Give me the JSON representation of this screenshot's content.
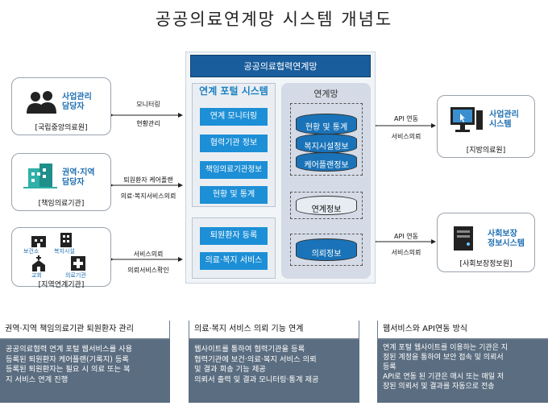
{
  "title": "공공의료연계망 시스템 개념도",
  "center": {
    "banner": "공공의료협력연계망",
    "portal_title": "연계 포털 시스템",
    "portal_items": [
      "연계 모니터링",
      "협력기관 정보",
      "책임의료기관정보",
      "현황 및 통계"
    ],
    "portal2_items": [
      "퇴원환자 등록",
      "의료·복지 서비스"
    ],
    "network_title": "연계망",
    "db_stack": [
      "현황 및 통계",
      "복지시설정보",
      "케어플랜정보"
    ],
    "db_link": "연계정보",
    "db_request": "의뢰정보"
  },
  "left_actors": [
    {
      "name_line1": "사업관리",
      "name_line2": "담당자",
      "sub": "[국립중앙의료원]",
      "icon": "users-icon",
      "flow": [
        "모니터링",
        "현황관리"
      ]
    },
    {
      "name_line1": "권역·지역",
      "name_line2": "담당자",
      "sub": "[책임의료기관]",
      "icon": "hospital-icon",
      "flow": [
        "퇴원환자 케어플랜",
        "의료·복지서비스의뢰"
      ]
    },
    {
      "labels": [
        "보건소",
        "복지시설",
        "교회",
        "의료기관"
      ],
      "sub": "[지역연계기관]",
      "icon": "institutions-icon",
      "flow": [
        "서비스의뢰",
        "의뢰서비스확인"
      ]
    }
  ],
  "right_actors": [
    {
      "name_line1": "사업관리",
      "name_line2": "시스템",
      "sub": "[지방의료원]",
      "icon": "computer-icon",
      "flow": [
        "API 연동",
        "서비스의뢰"
      ]
    },
    {
      "name_line1": "사회보장",
      "name_line2": "정보시스템",
      "sub": "[사회보장정보원]",
      "icon": "server-icon",
      "flow": [
        "API 연동",
        "서비스의뢰"
      ]
    }
  ],
  "panels": [
    {
      "heading": "권역·지역 책임의료기관 퇴원환자 관리",
      "body": [
        "공공의료협력 연계 포털 웹서비스를 사용",
        "등록된 퇴원환자 케어플랜(기록지) 등록",
        "등록된 퇴원환자는 필요 시 의료 또는 복",
        "지 서비스 연계 진행"
      ]
    },
    {
      "heading": "의료·복지 서비스 의뢰 기능 연계",
      "body": [
        "웹사이트를 통하여 협력기관을 등록",
        "협력기관에 보건·의료·복지 서비스 의뢰",
        "및 결과 회송 기능 제공",
        "의뢰서 출력 및 결과 모니터링·통계 제공"
      ]
    },
    {
      "heading": "웹서비스와 API연동 방식",
      "body": [
        "연계 포털 웹사이트를 이용하는 기관은 지",
        "정된 계정을 통하여 보안 접속 및 의뢰서",
        "등록",
        "API로 연동 된 기관은 매시 또는 매일 저",
        "장된 의뢰서 및 결과를 자동으로 전송"
      ]
    }
  ],
  "colors": {
    "accent_blue": "#1d8fd6",
    "banner_navy": "#1a5d9c",
    "panel_slate": "#5b6d80",
    "name_blue": "#1f6fb2"
  }
}
